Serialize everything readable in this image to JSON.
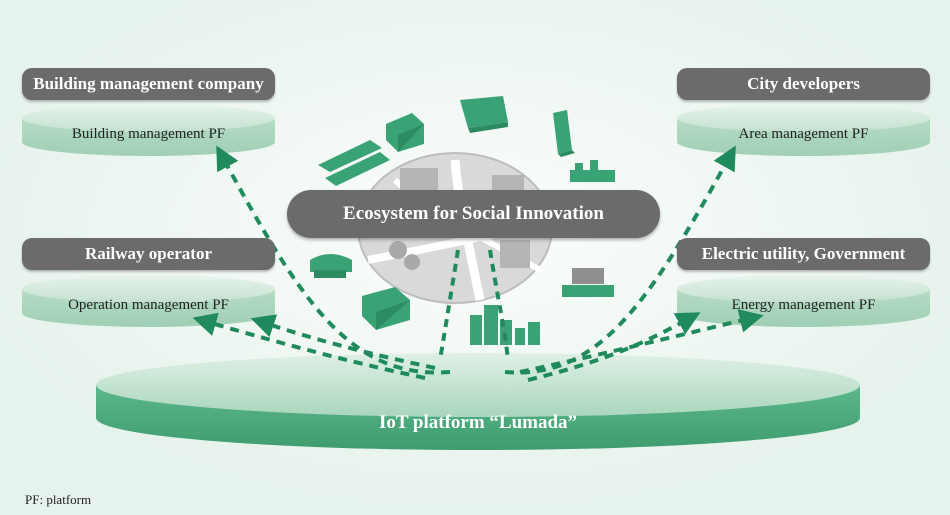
{
  "title": "Ecosystem for Social Innovation",
  "platform_label": "IoT platform “Lumada”",
  "stakeholders": [
    {
      "name": "Building management company",
      "platform": "Building management PF"
    },
    {
      "name": "Railway operator",
      "platform": "Operation management PF"
    },
    {
      "name": "City developers",
      "platform": "Area management PF"
    },
    {
      "name": "Electric utility, Government",
      "platform": "Energy management PF"
    }
  ],
  "footnote": "PF: platform",
  "colors": {
    "background": "#e6f2ec",
    "label_gray": "#6b6b6b",
    "accent_green": "#1f8a5c",
    "building_green": "#3aa376",
    "disc_light": "#cde6d8",
    "disc_dark": "#5fb48c"
  },
  "icons": [
    "city-map-icon",
    "building-icon",
    "office-tower-icon",
    "station-icon",
    "plant-icon",
    "power-icon"
  ]
}
